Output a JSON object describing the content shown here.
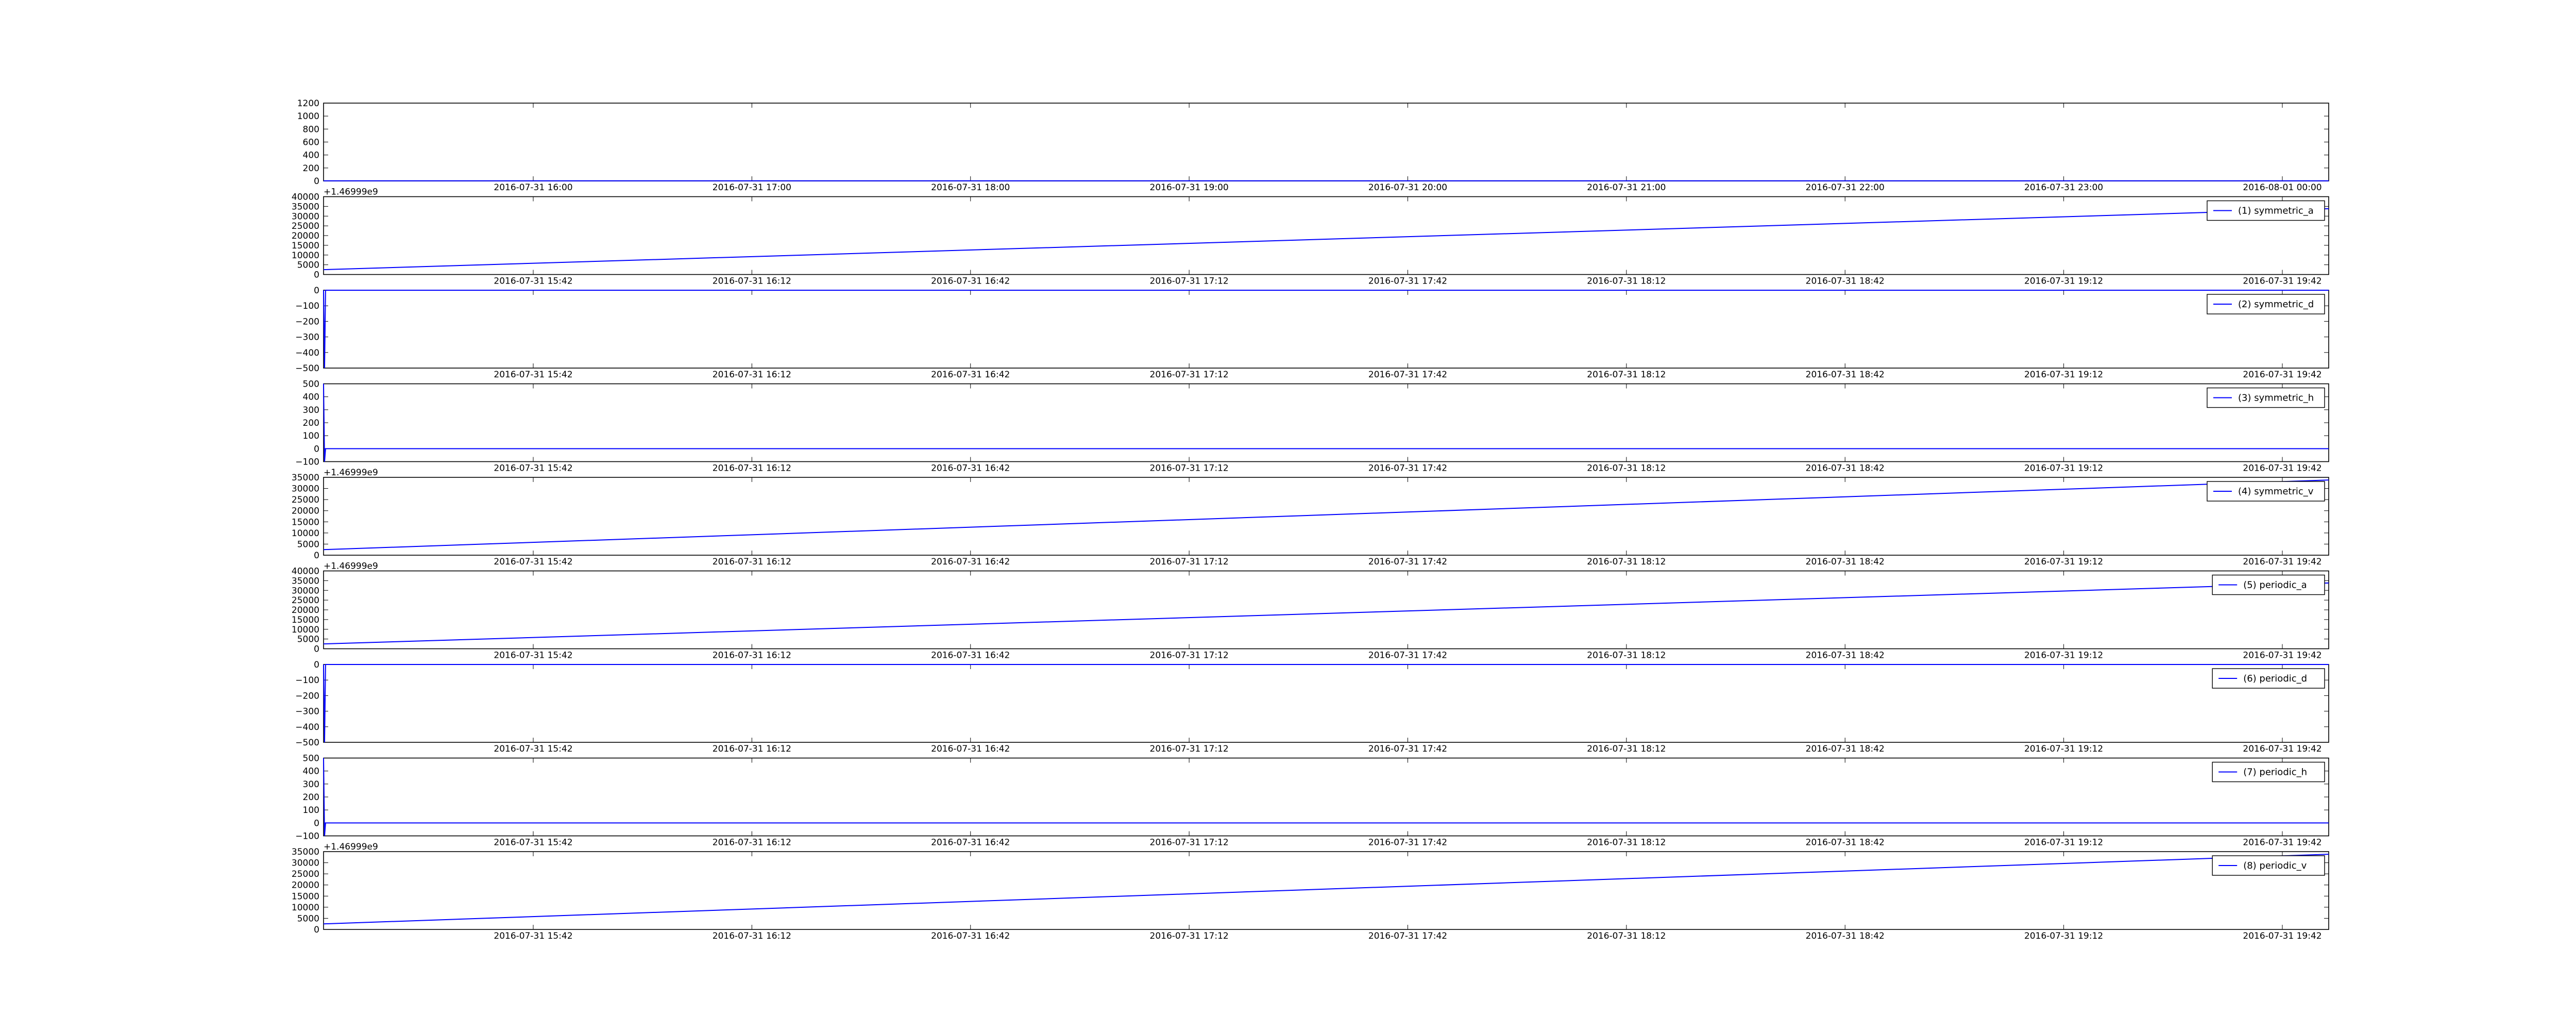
{
  "chart_data": [
    {
      "type": "line",
      "x_ticks": [
        "2016-07-31 16:00",
        "2016-07-31 17:00",
        "2016-07-31 18:00",
        "2016-07-31 19:00",
        "2016-07-31 20:00",
        "2016-07-31 21:00",
        "2016-07-31 22:00",
        "2016-07-31 23:00",
        "2016-08-01 00:00"
      ],
      "y_ticks": [
        0,
        200,
        400,
        600,
        800,
        1000,
        1200
      ],
      "ylim": [
        0,
        1200
      ],
      "offset_label": "",
      "series": [
        {
          "name": "",
          "color": "#0000ff",
          "x": [
            0,
            1
          ],
          "y": [
            2,
            2
          ]
        }
      ]
    },
    {
      "type": "line",
      "x_ticks": [
        "2016-07-31 15:42",
        "2016-07-31 16:12",
        "2016-07-31 16:42",
        "2016-07-31 17:12",
        "2016-07-31 17:42",
        "2016-07-31 18:12",
        "2016-07-31 18:42",
        "2016-07-31 19:12",
        "2016-07-31 19:42"
      ],
      "y_ticks": [
        0,
        5000,
        10000,
        15000,
        20000,
        25000,
        30000,
        35000,
        40000
      ],
      "ylim": [
        0,
        40000
      ],
      "offset_label": "+1.46999e9",
      "legend": {
        "label": "(1) symmetric_a",
        "position": "upper right"
      },
      "series": [
        {
          "name": "(1) symmetric_a",
          "color": "#0000ff",
          "x": [
            0,
            1
          ],
          "y": [
            2500,
            33800
          ]
        }
      ]
    },
    {
      "type": "line",
      "x_ticks": [
        "2016-07-31 15:42",
        "2016-07-31 16:12",
        "2016-07-31 16:42",
        "2016-07-31 17:12",
        "2016-07-31 17:42",
        "2016-07-31 18:12",
        "2016-07-31 18:42",
        "2016-07-31 19:12",
        "2016-07-31 19:42"
      ],
      "y_ticks": [
        -500,
        -400,
        -300,
        -200,
        -100,
        0
      ],
      "ylim": [
        -500,
        0
      ],
      "offset_label": "",
      "legend": {
        "label": "(2) symmetric_d",
        "position": "upper right"
      },
      "series": [
        {
          "name": "(2) symmetric_d",
          "color": "#0000ff",
          "x": [
            0,
            0.0005,
            0.001,
            1
          ],
          "y": [
            0,
            -500,
            0,
            0
          ]
        }
      ]
    },
    {
      "type": "line",
      "x_ticks": [
        "2016-07-31 15:42",
        "2016-07-31 16:12",
        "2016-07-31 16:42",
        "2016-07-31 17:12",
        "2016-07-31 17:42",
        "2016-07-31 18:12",
        "2016-07-31 18:42",
        "2016-07-31 19:12",
        "2016-07-31 19:42"
      ],
      "y_ticks": [
        -100,
        0,
        100,
        200,
        300,
        400,
        500
      ],
      "ylim": [
        -100,
        500
      ],
      "offset_label": "",
      "legend": {
        "label": "(3) symmetric_h",
        "position": "upper right"
      },
      "series": [
        {
          "name": "(3) symmetric_h",
          "color": "#0000ff",
          "x": [
            0,
            0.0005,
            0.001,
            1
          ],
          "y": [
            500,
            -100,
            0,
            0
          ]
        }
      ]
    },
    {
      "type": "line",
      "x_ticks": [
        "2016-07-31 15:42",
        "2016-07-31 16:12",
        "2016-07-31 16:42",
        "2016-07-31 17:12",
        "2016-07-31 17:42",
        "2016-07-31 18:12",
        "2016-07-31 18:42",
        "2016-07-31 19:12",
        "2016-07-31 19:42"
      ],
      "y_ticks": [
        0,
        5000,
        10000,
        15000,
        20000,
        25000,
        30000,
        35000
      ],
      "ylim": [
        0,
        35000
      ],
      "offset_label": "+1.46999e9",
      "legend": {
        "label": "(4) symmetric_v",
        "position": "upper right"
      },
      "series": [
        {
          "name": "(4) symmetric_v",
          "color": "#0000ff",
          "x": [
            0,
            1
          ],
          "y": [
            2500,
            33800
          ]
        }
      ]
    },
    {
      "type": "line",
      "x_ticks": [
        "2016-07-31 15:42",
        "2016-07-31 16:12",
        "2016-07-31 16:42",
        "2016-07-31 17:12",
        "2016-07-31 17:42",
        "2016-07-31 18:12",
        "2016-07-31 18:42",
        "2016-07-31 19:12",
        "2016-07-31 19:42"
      ],
      "y_ticks": [
        0,
        5000,
        10000,
        15000,
        20000,
        25000,
        30000,
        35000,
        40000
      ],
      "ylim": [
        0,
        40000
      ],
      "offset_label": "+1.46999e9",
      "legend": {
        "label": "(5) periodic_a",
        "position": "upper right"
      },
      "series": [
        {
          "name": "(5) periodic_a",
          "color": "#0000ff",
          "x": [
            0,
            1
          ],
          "y": [
            2500,
            33800
          ]
        }
      ]
    },
    {
      "type": "line",
      "x_ticks": [
        "2016-07-31 15:42",
        "2016-07-31 16:12",
        "2016-07-31 16:42",
        "2016-07-31 17:12",
        "2016-07-31 17:42",
        "2016-07-31 18:12",
        "2016-07-31 18:42",
        "2016-07-31 19:12",
        "2016-07-31 19:42"
      ],
      "y_ticks": [
        -500,
        -400,
        -300,
        -200,
        -100,
        0
      ],
      "ylim": [
        -500,
        0
      ],
      "offset_label": "",
      "legend": {
        "label": "(6) periodic_d",
        "position": "upper right"
      },
      "series": [
        {
          "name": "(6) periodic_d",
          "color": "#0000ff",
          "x": [
            0,
            0.0005,
            0.001,
            1
          ],
          "y": [
            0,
            -500,
            0,
            0
          ]
        }
      ]
    },
    {
      "type": "line",
      "x_ticks": [
        "2016-07-31 15:42",
        "2016-07-31 16:12",
        "2016-07-31 16:42",
        "2016-07-31 17:12",
        "2016-07-31 17:42",
        "2016-07-31 18:12",
        "2016-07-31 18:42",
        "2016-07-31 19:12",
        "2016-07-31 19:42"
      ],
      "y_ticks": [
        -100,
        0,
        100,
        200,
        300,
        400,
        500
      ],
      "ylim": [
        -100,
        500
      ],
      "offset_label": "",
      "legend": {
        "label": "(7) periodic_h",
        "position": "upper right"
      },
      "series": [
        {
          "name": "(7) periodic_h",
          "color": "#0000ff",
          "x": [
            0,
            0.0005,
            0.001,
            1
          ],
          "y": [
            500,
            -100,
            0,
            0
          ]
        }
      ]
    },
    {
      "type": "line",
      "x_ticks": [
        "2016-07-31 15:42",
        "2016-07-31 16:12",
        "2016-07-31 16:42",
        "2016-07-31 17:12",
        "2016-07-31 17:42",
        "2016-07-31 18:12",
        "2016-07-31 18:42",
        "2016-07-31 19:12",
        "2016-07-31 19:42"
      ],
      "y_ticks": [
        0,
        5000,
        10000,
        15000,
        20000,
        25000,
        30000,
        35000
      ],
      "ylim": [
        0,
        35000
      ],
      "offset_label": "+1.46999e9",
      "legend": {
        "label": "(8) periodic_v",
        "position": "upper right"
      },
      "series": [
        {
          "name": "(8) periodic_v",
          "color": "#0000ff",
          "x": [
            0,
            1
          ],
          "y": [
            2500,
            33800
          ]
        }
      ]
    }
  ]
}
